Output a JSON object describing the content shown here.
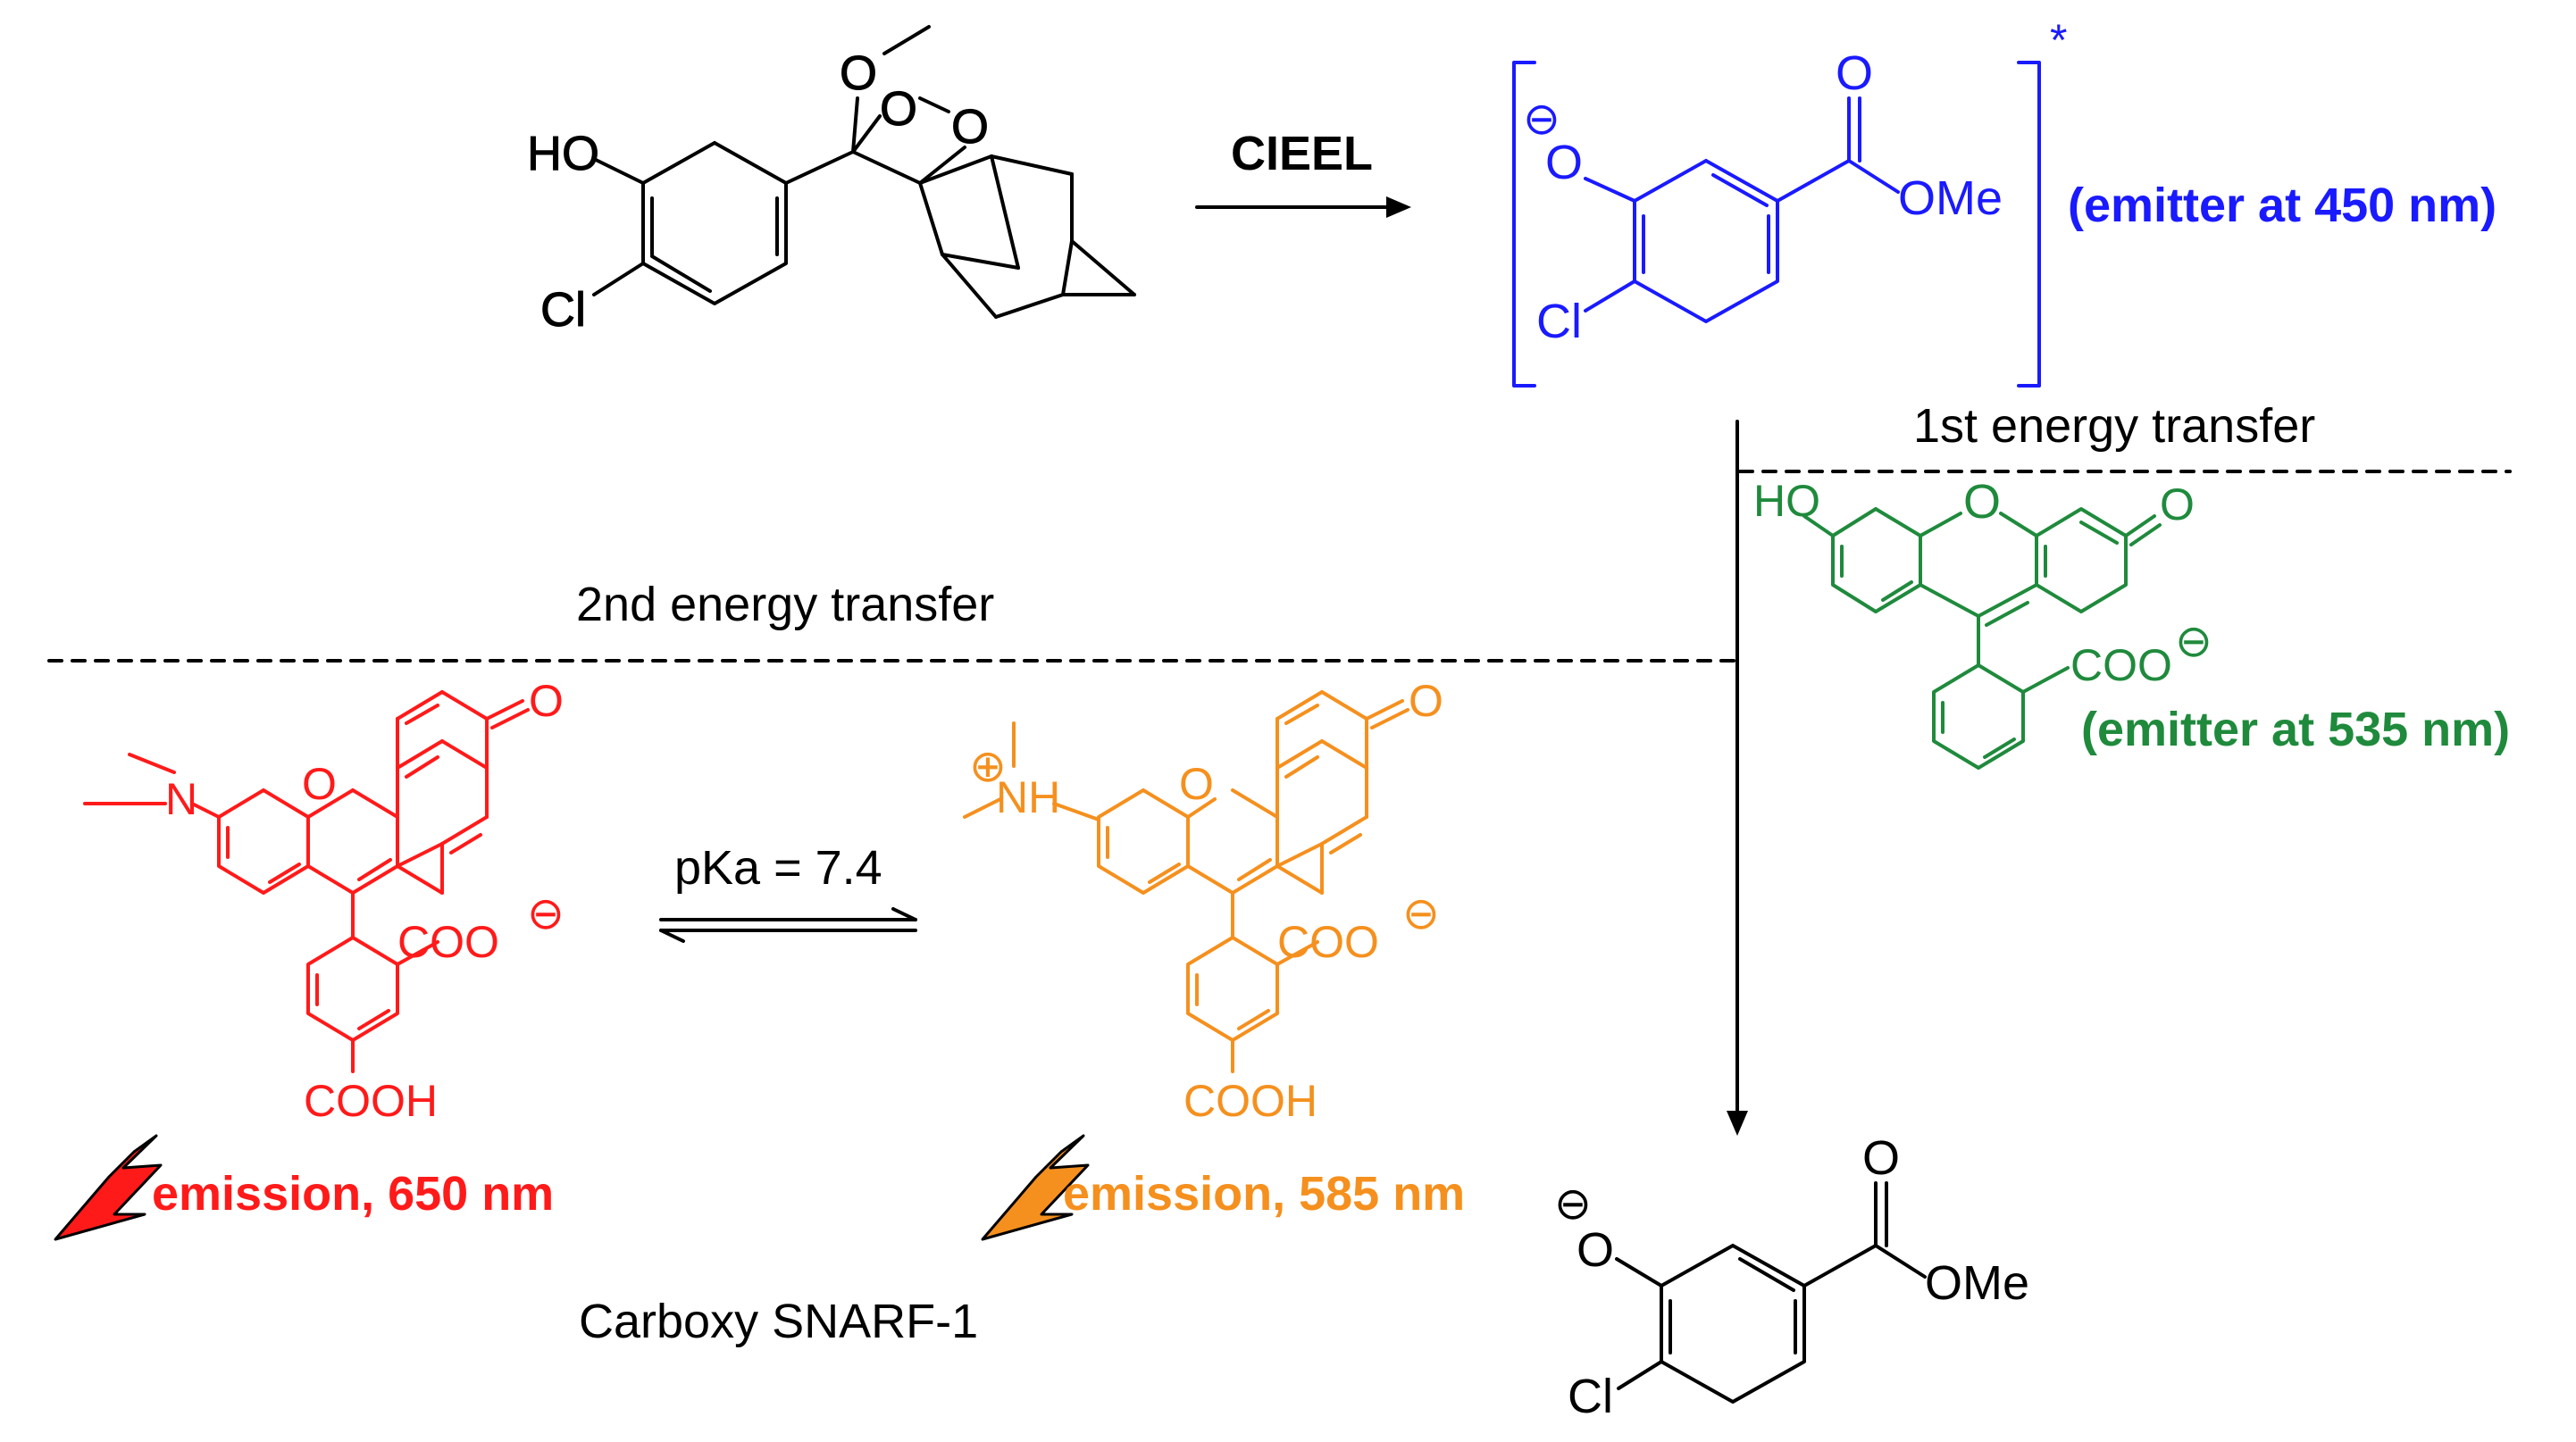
{
  "colors": {
    "black": "#000000",
    "blue_emitter": "#1a1aff",
    "green_emitter": "#1f8a3c",
    "red_dye": "#ff1a1a",
    "orange_dye": "#f5901e"
  },
  "reaction": {
    "arrow_label": "CIEEL",
    "step1": "1st energy transfer",
    "step2": "2nd energy transfer",
    "equilibrium_label": "pKa = 7.4",
    "dye_name": "Carboxy SNARF-1"
  },
  "emitters": {
    "blue": "(emitter at 450 nm)",
    "green": "(emitter at 535 nm)"
  },
  "emissions": {
    "red": "emission, 650 nm",
    "orange": "emission, 585 nm"
  },
  "atoms": {
    "ho": "HO",
    "cl": "Cl",
    "o": "O",
    "ome": "OMe",
    "coo": "COO",
    "cooh": "COOH",
    "n": "N",
    "nh": "NH",
    "minus": "⊖",
    "plus": "⊕",
    "star": "*"
  },
  "icons": {
    "flash": "lightning-bolt-icon"
  }
}
